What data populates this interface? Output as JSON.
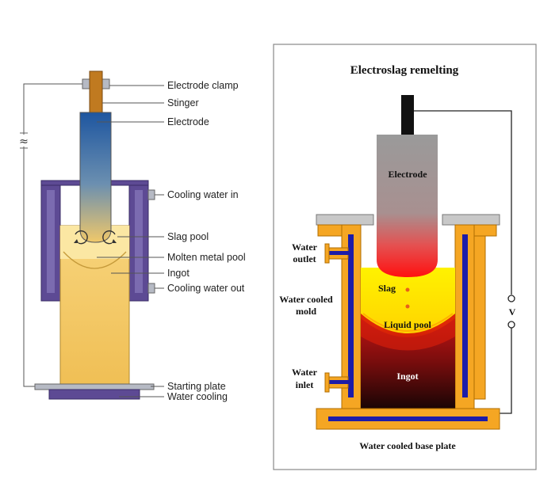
{
  "left_diagram": {
    "symbol": "≈",
    "labels": {
      "electrode_clamp": "Electrode clamp",
      "stinger": "Stinger",
      "electrode": "Electrode",
      "cooling_water_in": "Cooling water in",
      "slag_pool": "Slag pool",
      "molten_metal_pool": "Molten metal pool",
      "ingot": "Ingot",
      "cooling_water_out": "Cooling water out",
      "starting_plate": "Starting plate",
      "water_cooling": "Water cooling"
    },
    "colors": {
      "electrode_top": "#1e56a0",
      "ingot": "#f3c764",
      "slag": "#fbe7a3",
      "mold": "#5d4a94",
      "stinger": "#c07a20"
    }
  },
  "right_diagram": {
    "title": "Electroslag remelting",
    "labels": {
      "electrode": "Electrode",
      "water_outlet_1": "Water",
      "water_outlet_2": "outlet",
      "water_cooled_mold_1": "Water cooled",
      "water_cooled_mold_2": "mold",
      "slag": "Slag",
      "liquid_pool": "Liquid pool",
      "water_inlet_1": "Water",
      "water_inlet_2": "inlet",
      "ingot": "Ingot",
      "voltage": "V",
      "base_plate": "Water cooled base plate"
    },
    "colors": {
      "mold": "#f5a623",
      "water_channel": "#1c1ca8",
      "electrode": "#9a9a9a",
      "slag": "#ffe600",
      "ingot_bottom": "#1a0505"
    }
  }
}
